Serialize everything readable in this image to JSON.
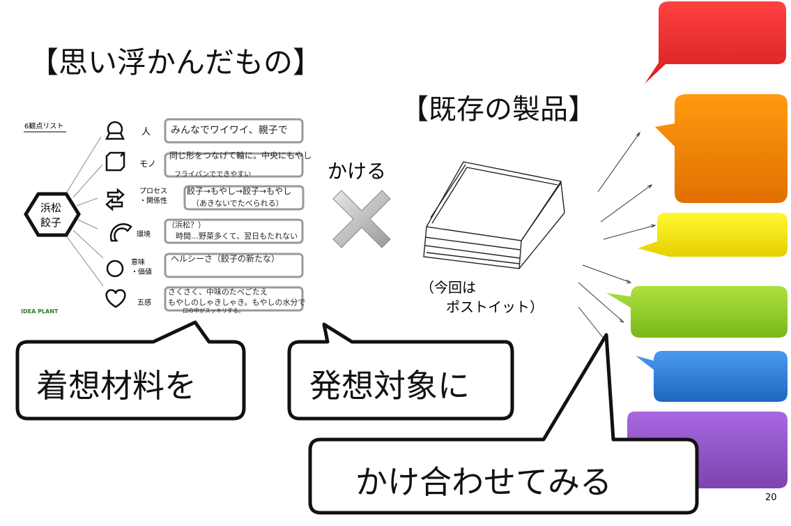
{
  "slide": {
    "title_left": "【思い浮かんだもの】",
    "title_right": "【既存の製品】",
    "kakeru": "かける",
    "product_note_1": "（今回は",
    "product_note_2": "ポストイット）",
    "page_number": "20"
  },
  "mindmap": {
    "list_title": "6観点リスト",
    "center": [
      "浜松",
      "餃子"
    ],
    "logo": "IDEA PLANT",
    "rows": [
      {
        "label": "人",
        "note": "みんなでワイワイ、親子で"
      },
      {
        "label": "モノ",
        "note": "同じ形をつなげて輪に。中央にもやし",
        "note2": "フライパンでできやすい"
      },
      {
        "label": "プロセス\n・関係性",
        "note": "餃子→もやし→餃子→もやし",
        "note2": "（あきないでたべられる）"
      },
      {
        "label": "環境",
        "note": "（浜松？）",
        "note2": "時間…野菜多くて、翌日もたれない"
      },
      {
        "label": "意味\n・価値",
        "note": "ヘルシーさ（餃子の新たな）"
      },
      {
        "label": "五感",
        "note": "さくさく、中味のたべごたえ",
        "note2": "もやしのしゃきしゃき。もやしの水分で",
        "note3": "口の中がスッキリする。"
      }
    ]
  },
  "callouts": {
    "material": "着想材料を",
    "target": "発想対象に",
    "combine": "かけ合わせてみる"
  },
  "colors": {
    "red": "#e8262a",
    "orange": "#f08a00",
    "yellow": "#f6e800",
    "green": "#8ccc22",
    "blue": "#2a7fd8",
    "purple": "#8e55c8"
  }
}
